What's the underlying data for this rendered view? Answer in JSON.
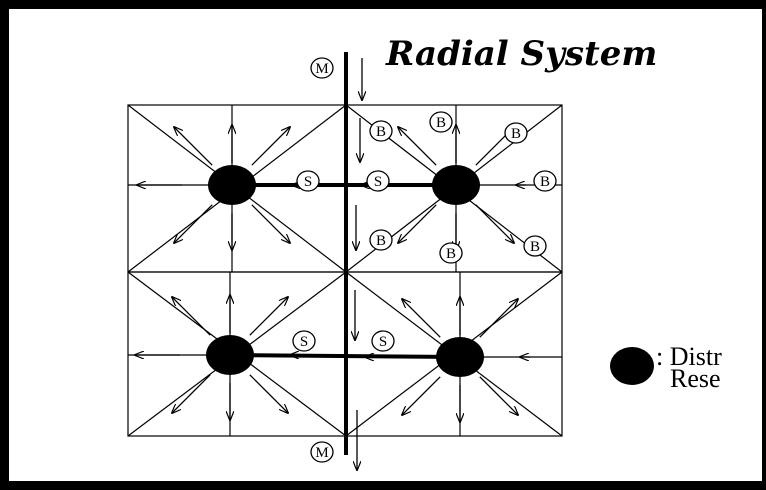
{
  "title": "Radial System",
  "labels": {
    "main": "M",
    "secondary": "S",
    "branch": "B"
  },
  "legend": {
    "prefix": ":",
    "line1": "Distr",
    "line2": "Rese"
  },
  "colors": {
    "ink": "#000000",
    "background": "#ffffff"
  }
}
